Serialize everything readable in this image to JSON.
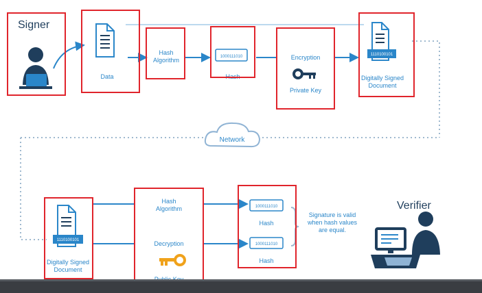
{
  "signer": {
    "title": "Signer"
  },
  "verifier": {
    "title": "Verifier"
  },
  "top": {
    "data_label": "Data",
    "hash_algorithm_label": "Hash\nAlgorithm",
    "hash_code": "1000111010",
    "hash_label": "Hash",
    "encryption_label": "Encryption",
    "private_key_label": "Private Key",
    "signed_code": "1110100101",
    "signed_doc_label": "Digitally Signed\nDocument"
  },
  "network": {
    "label": "Network"
  },
  "bottom": {
    "signed_code": "1110100101",
    "signed_doc_label": "Digitally Signed\nDocument",
    "hash_algorithm_label": "Hash\nAlgorithm",
    "decryption_label": "Decryption",
    "public_key_label": "Public Key",
    "hash1_code": "1000111010",
    "hash1_label": "Hash",
    "hash2_code": "1000111010",
    "hash2_label": "Hash",
    "signature_note": "Signature is valid\nwhen hash values\nare equal."
  },
  "colors": {
    "primary": "#2a86c9",
    "dark": "#1f3e5c",
    "highlight": "#e0242b",
    "muted": "#9fb9cf",
    "key_orange": "#f0a21b",
    "taskbar": "#3a3d42"
  }
}
